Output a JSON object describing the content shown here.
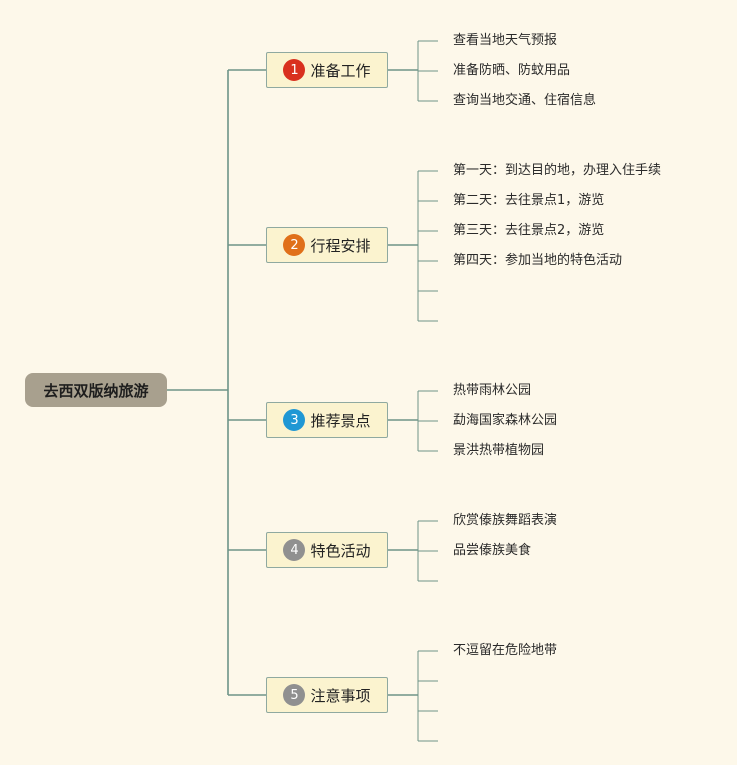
{
  "root": {
    "label": "去西双版纳旅游"
  },
  "branches": [
    {
      "number": "1",
      "label": "准备工作",
      "color": "#d9301e",
      "leaves": [
        "查看当地天气预报",
        "准备防晒、防蚊用品",
        "查询当地交通、住宿信息"
      ]
    },
    {
      "number": "2",
      "label": "行程安排",
      "color": "#e0701a",
      "leaves": [
        "第一天：到达目的地，办理入住手续",
        "第二天：去往景点1，游览",
        "第三天：去往景点2，游览",
        "第四天：参加当地的特色活动",
        "",
        ""
      ]
    },
    {
      "number": "3",
      "label": "推荐景点",
      "color": "#1f97d4",
      "leaves": [
        "热带雨林公园",
        "勐海国家森林公园",
        "景洪热带植物园"
      ]
    },
    {
      "number": "4",
      "label": "特色活动",
      "color": "#909090",
      "leaves": [
        "欣赏傣族舞蹈表演",
        "品尝傣族美食",
        ""
      ]
    },
    {
      "number": "5",
      "label": "注意事项",
      "color": "#909090",
      "leaves": [
        "不逗留在危险地带",
        "",
        "",
        ""
      ]
    }
  ],
  "colors": {
    "background": "#fdf8ea",
    "line": "#6e9488",
    "root_fill": "#a8a08e",
    "branch_fill": "#fbf3cf"
  }
}
